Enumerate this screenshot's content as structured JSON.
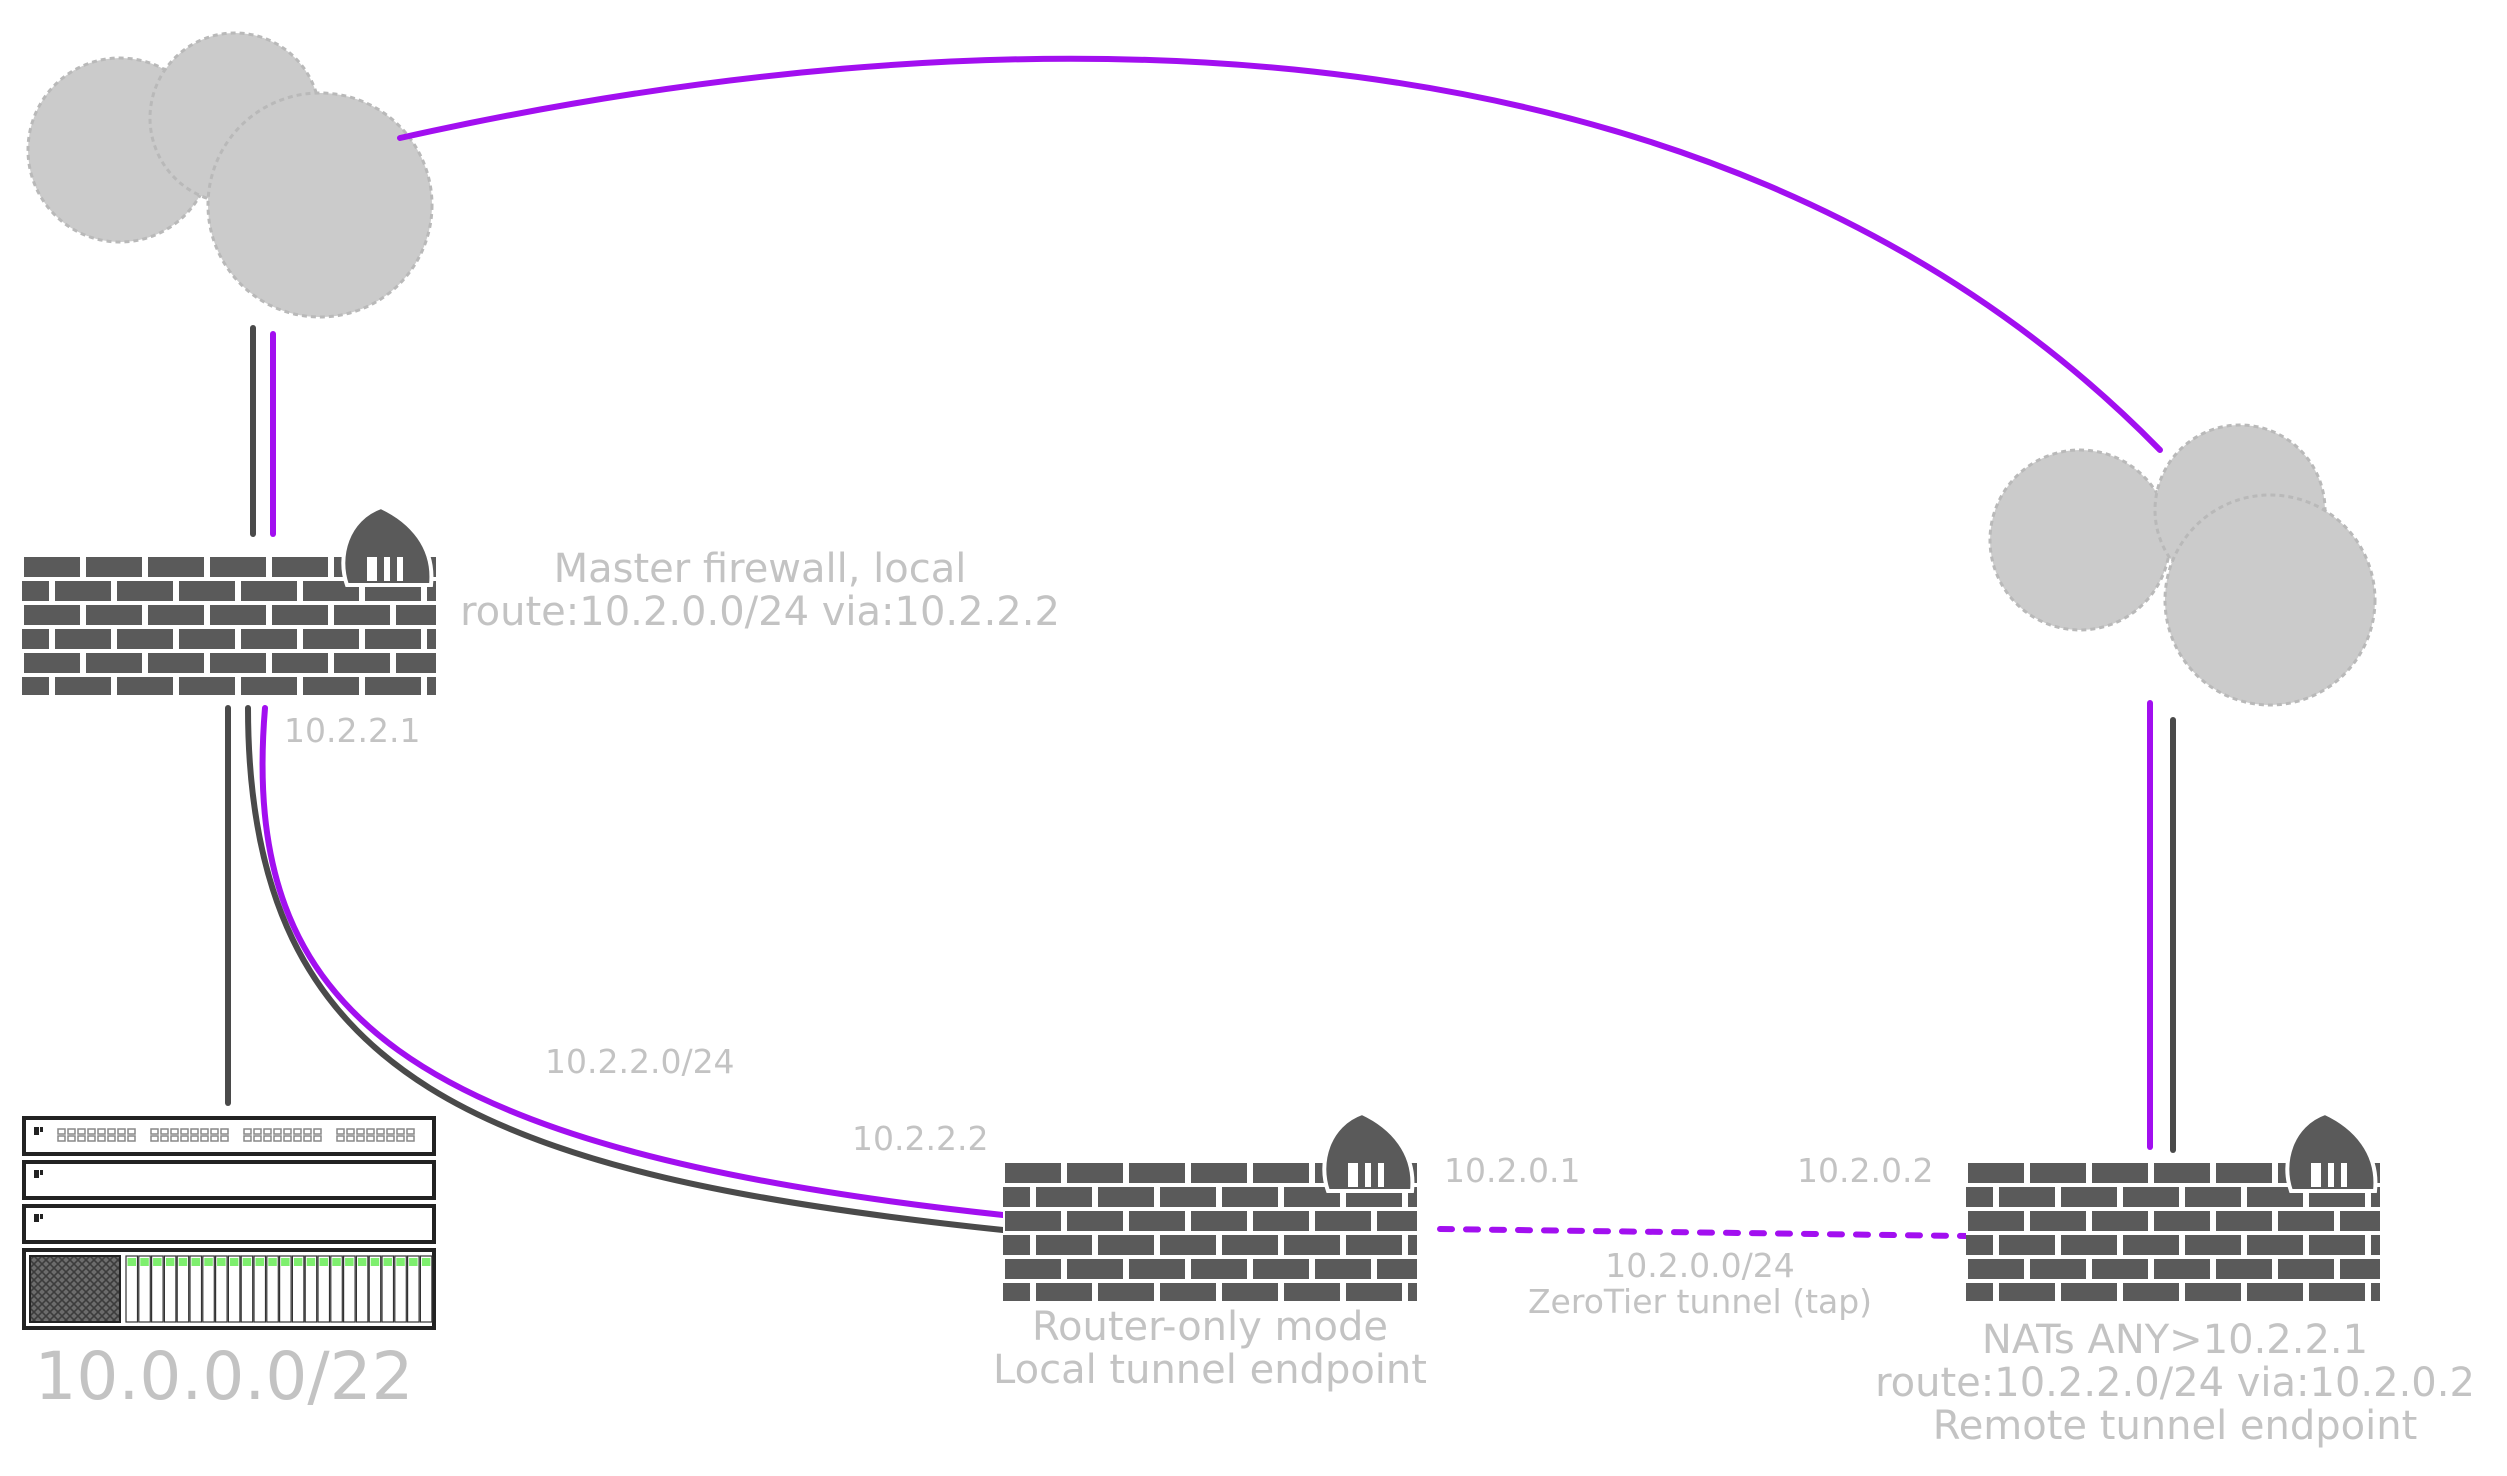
{
  "colors": {
    "tunnel": "#a20ff0",
    "link": "#4a4a4a",
    "device": "#5a5a5a",
    "cloud": "#cbcbcb",
    "label": "#c3c3c3",
    "port_led": "#7eef6e"
  },
  "icons": [
    "cloud-icon",
    "firewall-brick-icon",
    "opnsense-flame-icon",
    "network-rack-icon"
  ],
  "master_firewall": {
    "label_line1": "Master firewall, local",
    "label_line2": "route:10.2.0.0/24 via:10.2.2.2",
    "lan_ip": "10.2.2.1"
  },
  "local_network": {
    "label": "10.0.0.0/22"
  },
  "transit_link": {
    "subnet": "10.2.2.0/24",
    "router_ip": "10.2.2.2"
  },
  "router_firewall": {
    "label_line1": "Router-only mode",
    "label_line2": "Local tunnel endpoint",
    "tunnel_ip": "10.2.0.1"
  },
  "tunnel": {
    "subnet": "10.2.0.0/24",
    "name": "ZeroTier tunnel (tap)"
  },
  "remote_firewall": {
    "tunnel_ip": "10.2.0.2",
    "label_line1": "NATs ANY>10.2.2.1",
    "label_line2": "route:10.2.2.0/24 via:10.2.0.2",
    "label_line3": "Remote tunnel endpoint"
  }
}
